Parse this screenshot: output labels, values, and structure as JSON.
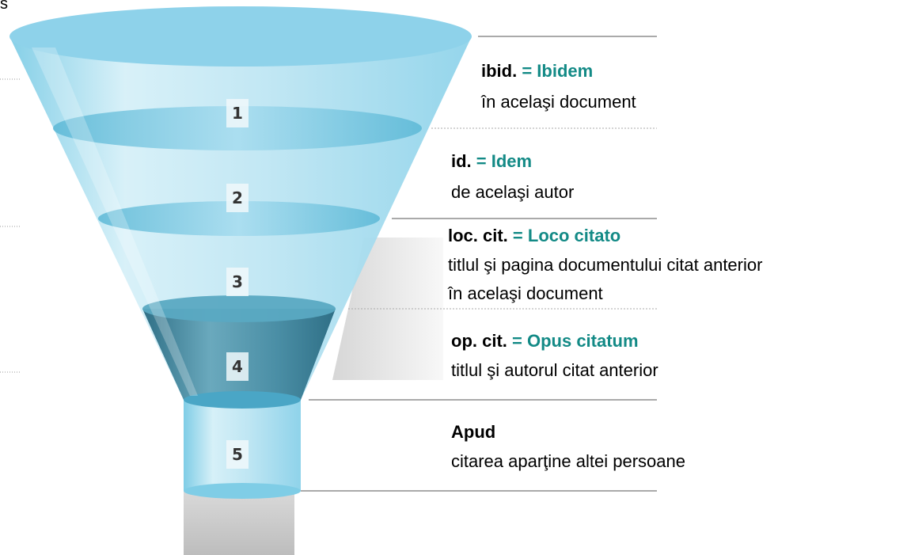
{
  "top_left_fragment": "s",
  "levels": [
    {
      "number": "1",
      "abbr": "ibid.",
      "eq": "= Ibidem",
      "desc": [
        "în acelaşi document"
      ]
    },
    {
      "number": "2",
      "abbr": "id.",
      "eq": "= Idem",
      "desc": [
        "de acelaşi autor"
      ]
    },
    {
      "number": "3",
      "abbr": "loc. cit.",
      "eq": "= Loco citato",
      "desc": [
        "titlul şi pagina documentului citat anterior",
        "în acelaşi document"
      ]
    },
    {
      "number": "4",
      "abbr": "op. cit.",
      "eq": "= Opus citatum",
      "desc": [
        "titlul şi autorul citat anterior"
      ]
    },
    {
      "number": "5",
      "abbr": "Apud",
      "eq": "",
      "desc": [
        "citarea aparţine altei persoane"
      ]
    }
  ],
  "colors": {
    "accent": "#138a86",
    "funnel_light": "#bfe6f3",
    "funnel_mid": "#7fcde6",
    "funnel_dark": "#3a7f96"
  }
}
